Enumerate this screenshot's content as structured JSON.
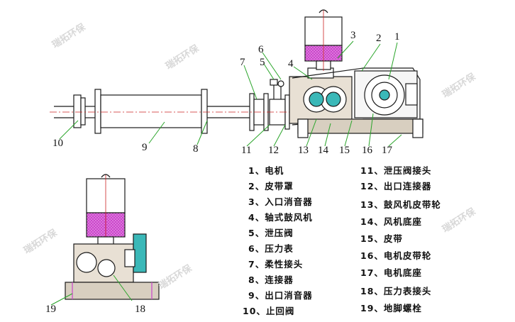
{
  "diagram": {
    "callout_numbers": [
      "1",
      "2",
      "3",
      "4",
      "5",
      "6",
      "7",
      "8",
      "9",
      "10",
      "11",
      "12",
      "13",
      "14",
      "15",
      "16",
      "17",
      "18",
      "19"
    ],
    "legend": [
      {
        "n": "1、",
        "text": "电机"
      },
      {
        "n": "2、",
        "text": "皮带罩"
      },
      {
        "n": "3、",
        "text": "入口消音器"
      },
      {
        "n": "4、",
        "text": "轴式鼓风机"
      },
      {
        "n": "5、",
        "text": "泄压阀"
      },
      {
        "n": "6、",
        "text": "压力表"
      },
      {
        "n": "7、",
        "text": "柔性接头"
      },
      {
        "n": "8、",
        "text": "连接器"
      },
      {
        "n": "9、",
        "text": "出口消音器"
      },
      {
        "n": "10、",
        "text": "止回阀"
      },
      {
        "n": "11、",
        "text": "泄压阀接头"
      },
      {
        "n": "12、",
        "text": "出口连接器"
      },
      {
        "n": "13、",
        "text": "鼓风机皮带轮"
      },
      {
        "n": "14、",
        "text": "风机底座"
      },
      {
        "n": "15、",
        "text": "皮带"
      },
      {
        "n": "16、",
        "text": "电机皮带轮"
      },
      {
        "n": "17、",
        "text": "电机底座"
      },
      {
        "n": "18、",
        "text": "压力表接头"
      },
      {
        "n": "19、",
        "text": "地脚螺栓"
      }
    ],
    "watermark": "瑞拓环保",
    "colors": {
      "line": "#1a1a1a",
      "silencer_fill": "#cc44cc",
      "callout_line": "#2aa52a",
      "centerline": "#cc2222",
      "tan": "#d8cfc0",
      "cyan": "#3ab8b8"
    }
  }
}
